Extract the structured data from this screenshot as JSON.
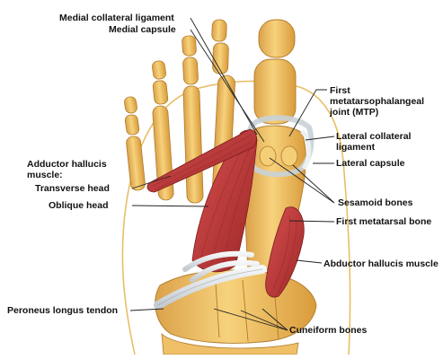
{
  "colors": {
    "bone_fill": "#f2c66a",
    "bone_shade": "#d89a35",
    "bone_outline": "#b07a2a",
    "muscle": "#c83c3c",
    "muscle_dark": "#8f2222",
    "ligament": "#e8ecef",
    "ligament_shade": "#b9c2c9",
    "skin_outline": "#e2b24e",
    "leader": "#222222"
  },
  "labels": {
    "medial_collateral_ligament": "Medial collateral ligament",
    "medial_capsule": "Medial capsule",
    "first_mtp_joint": "First metatarsophalangeal joint (MTP)",
    "lateral_collateral_ligament": "Lateral collateral ligament",
    "lateral_capsule": "Lateral capsule",
    "adductor_hallucis_muscle": "Adductor hallucis muscle:",
    "transverse_head": "Transverse head",
    "oblique_head": "Oblique head",
    "sesamoid_bones": "Sesamoid bones",
    "first_metatarsal_bone": "First metatarsal bone",
    "abductor_hallucis_muscle": "Abductor hallucis muscle",
    "peroneus_longus_tendon": "Peroneus longus tendon",
    "cuneiform_bones": "Cuneiform bones"
  }
}
